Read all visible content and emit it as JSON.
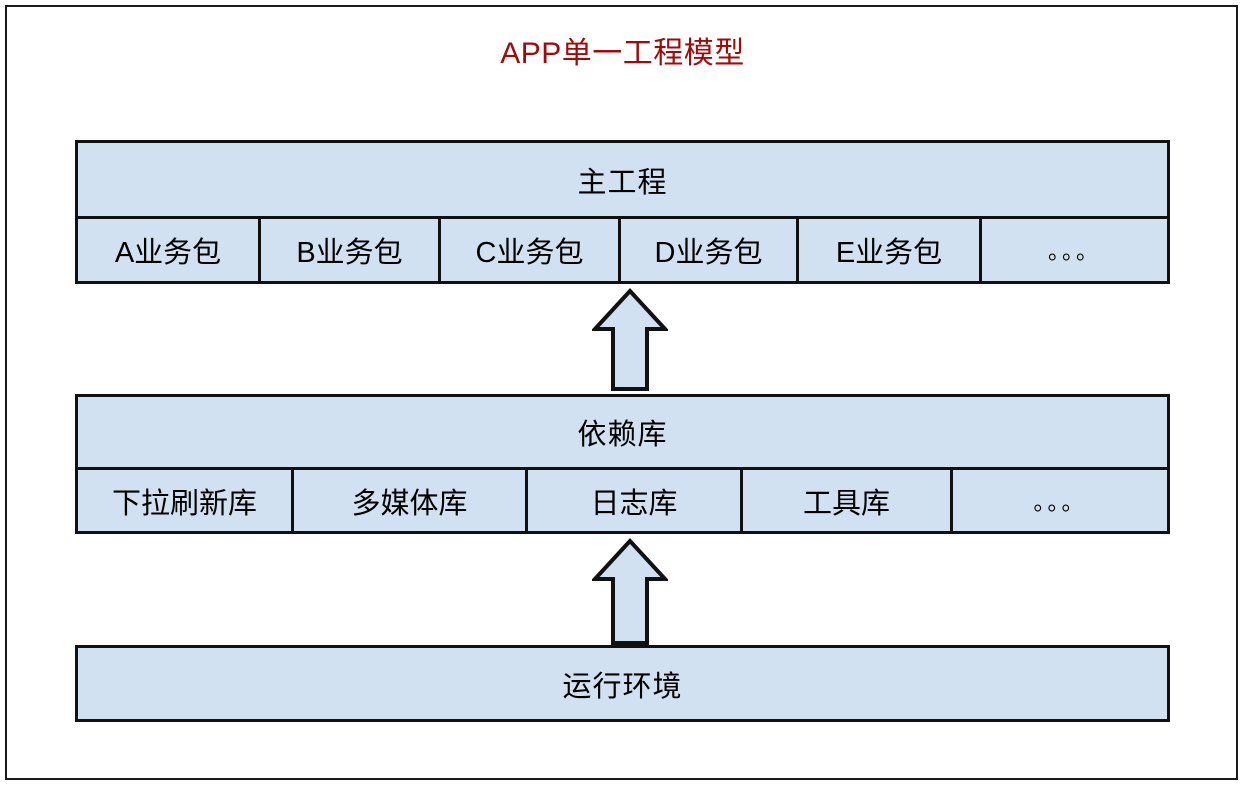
{
  "diagram": {
    "title": "APP单一工程模型",
    "title_color": "#9c0c0c",
    "block_fill": "#d2e1f1",
    "block_stroke": "#111111",
    "layers": [
      {
        "name": "main-project",
        "header": "主工程",
        "cells": [
          {
            "label": "A业务包"
          },
          {
            "label": "B业务包"
          },
          {
            "label": "C业务包"
          },
          {
            "label": "D业务包"
          },
          {
            "label": "E业务包"
          },
          {
            "label": "。。。"
          }
        ]
      },
      {
        "name": "dependency-libraries",
        "header": "依赖库",
        "cells": [
          {
            "label": "下拉刷新库"
          },
          {
            "label": "多媒体库"
          },
          {
            "label": "日志库"
          },
          {
            "label": "工具库"
          },
          {
            "label": "。。。"
          }
        ]
      }
    ],
    "runtime": {
      "label": "运行环境"
    },
    "arrows": [
      {
        "name": "arrow-runtime-to-dependency",
        "direction": "up"
      },
      {
        "name": "arrow-dependency-to-main",
        "direction": "up"
      }
    ]
  }
}
